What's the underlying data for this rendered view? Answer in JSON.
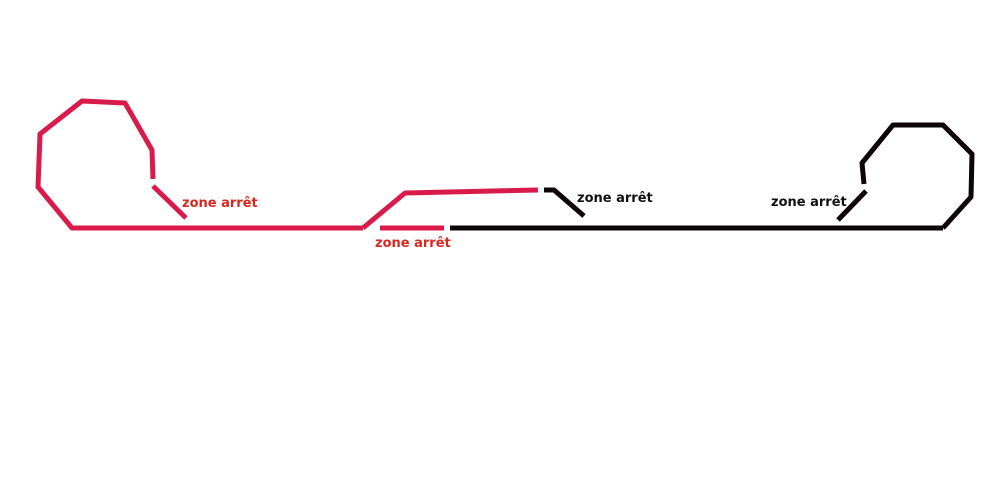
{
  "colors": {
    "red_track": "#d81b4a",
    "black_track": "#0d0507",
    "red_label": "#d8271f",
    "black_label": "#111111",
    "background": "#ffffff"
  },
  "labels": {
    "red_loop_stop": "zone arrêt",
    "middle_stop": "zone arrêt",
    "black_siding_stop": "zone arrêt",
    "black_loop_stop": "zone arrêt"
  }
}
